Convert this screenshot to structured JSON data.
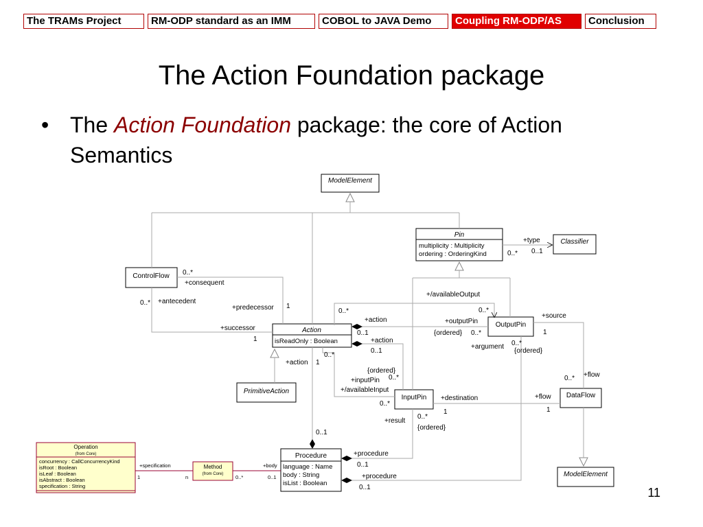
{
  "nav": [
    "The TRAMs Project",
    "RM-ODP standard as an IMM",
    "COBOL to JAVA Demo",
    "Coupling RM-ODP/AS",
    "Conclusion"
  ],
  "title": "The Action Foundation package",
  "bullet": {
    "before": "The ",
    "emphasis": "Action Foundation",
    "after": " package: the core of Action Semantics"
  },
  "page_number": "11",
  "colors": {
    "nav_border": "#b00000",
    "nav_active": "#e00000",
    "emphasis": "#8b0000",
    "operation_fill": "#ffffcc",
    "operation_border": "#990033"
  },
  "classes": {
    "model_element_top": "ModelElement",
    "pin": {
      "name": "Pin",
      "attrs": [
        "multiplicity : Multiplicity",
        "ordering : OrderingKind"
      ]
    },
    "classifier": "Classifier",
    "control_flow": "ControlFlow",
    "action": {
      "name": "Action",
      "attrs": [
        "isReadOnly : Boolean"
      ]
    },
    "output_pin": "OutputPin",
    "primitive_action": "PrimitiveAction",
    "input_pin": "InputPin",
    "data_flow": "DataFlow",
    "procedure": {
      "name": "Procedure",
      "attrs": [
        "language : Name",
        "body : String",
        "isList : Boolean"
      ]
    },
    "model_element_bottom": "ModelElement",
    "operation": {
      "name": "Operation",
      "stereo": "(from Core)",
      "attrs": [
        "concurrency : CallConcurrencyKind",
        "isRoot : Boolean",
        "isLeaf : Boolean",
        "isAbstract : Boolean",
        "specification : String"
      ]
    },
    "method": {
      "name": "Method",
      "stereo": "(from Core)"
    }
  },
  "labels": {
    "type": "+type",
    "type_mult_left": "0..*",
    "type_mult_right": "0..1",
    "cf_mult": "0..*",
    "consequent": "+consequent",
    "antecedent_mult": "0..*",
    "antecedent": "+antecedent",
    "predecessor": "+predecessor",
    "predecessor_mult": "1",
    "successor": "+successor",
    "successor_mult": "1",
    "available_output": "+/availableOutput",
    "avout_mult_left": "0..*",
    "avout_mult_right": "0..*",
    "action1": "+action",
    "output_pin": "+outputPin",
    "ordered1": "{ordered}",
    "op_mult_left": "0..1",
    "op_mult_right": "0..*",
    "action2": "+action",
    "action2_mult": "0..1",
    "argument": "+argument",
    "arg_mult": "0..*",
    "ordered2": "{ordered}",
    "source": "+source",
    "source_mult": "1",
    "action3": "+action",
    "action3_mult": "1",
    "action3_mult2": "0..*",
    "ordered3": "{ordered}",
    "input_pin": "+inputPin",
    "inp_mult": "0..*",
    "available_input": "+/availableInput",
    "avin_mult": "0..*",
    "flow1": "+flow",
    "flow1_mult": "0..*",
    "destination": "+destination",
    "dest_mult": "1",
    "flow2": "+flow",
    "flow2_mult": "1",
    "result": "+result",
    "result_mult": "0..*",
    "ordered4": "{ordered}",
    "proc_mult": "0..1",
    "procedure1": "+procedure",
    "procedure1_mult": "0..1",
    "procedure2": "+procedure",
    "procedure2_mult": "0..1",
    "specification": "+specification",
    "spec_mult_left": "1",
    "spec_mult_right": "n",
    "body": "+body",
    "body_mult_left": "0..*",
    "body_mult_right": "0..1"
  }
}
